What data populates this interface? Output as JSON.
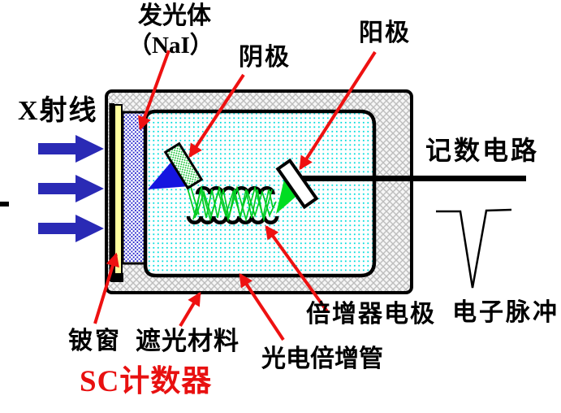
{
  "labels": {
    "scintillator_line1": "发光体",
    "scintillator_line2": "（NaI）",
    "cathode": "阴极",
    "anode": "阳极",
    "xray": "X射线",
    "counting_circuit": "记数电路",
    "beryllium_window": "铍窗",
    "shading_material": "遮光材料",
    "counter_title": "SC计数器",
    "photomultiplier_tube": "光电倍增管",
    "multiplier_electrodes": "倍增器电极",
    "electron_pulse": "电子脉冲"
  },
  "colors": {
    "pointer_red": "#ee1111",
    "title_red": "#e81010",
    "xray_arrow_blue": "#2a2ab5",
    "light_cone_blue": "#1515e0",
    "electron_green": "#00dd22",
    "zigzag_green": "#00cc22",
    "scintillator_dot_blue": "#2525cc",
    "interior_dot_cyan": "#00dddd",
    "cathode_dot_green": "#00bb22",
    "wall_hatch_gray": "#bdbdbd",
    "window_yellow": "#ffff9e",
    "outline_black": "#000000"
  }
}
